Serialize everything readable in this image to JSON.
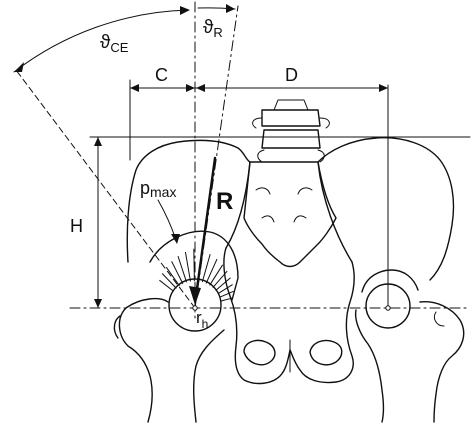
{
  "labels": {
    "theta_ce": "ϑCE",
    "theta_r": "ϑR",
    "c": "C",
    "d": "D",
    "h": "H",
    "p_max": "pmax",
    "r_force": "R",
    "r_h": "rh"
  },
  "label_parts": {
    "theta_ce": {
      "base": "ϑ",
      "sub": "CE"
    },
    "theta_r": {
      "base": "ϑ",
      "sub": "R"
    },
    "p_max": {
      "base": "p",
      "sub": "max"
    },
    "r_h": {
      "base": "r",
      "sub": "h"
    }
  },
  "colors": {
    "ink": "#111111",
    "background": "#ffffff"
  }
}
